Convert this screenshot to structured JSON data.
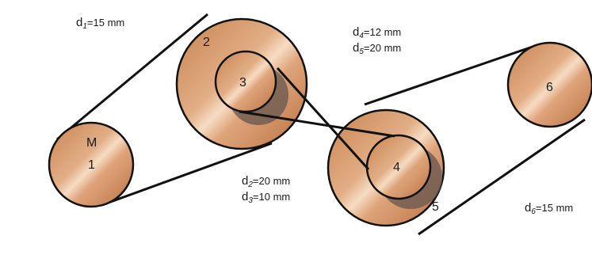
{
  "labels": {
    "d1": {
      "var": "d",
      "sub": "1",
      "value": "=15 mm"
    },
    "d2": {
      "var": "d",
      "sub": "2",
      "value": "=20 mm"
    },
    "d3": {
      "var": "d",
      "sub": "3",
      "value": "=10 mm"
    },
    "d4": {
      "var": "d",
      "sub": "4",
      "value": "=12 mm"
    },
    "d5": {
      "var": "d",
      "sub": "5",
      "value": "=20 mm"
    },
    "d6": {
      "var": "d",
      "sub": "6",
      "value": "=15 mm"
    }
  },
  "wheels": {
    "m": "M",
    "w1": "1",
    "w2": "2",
    "w3": "3",
    "w4": "4",
    "w5": "5",
    "w6": "6"
  },
  "colors": {
    "copper_light": "#f3d3b3",
    "copper_mid": "#d7956a",
    "copper_dark": "#b26a3c",
    "shadow": "#6b5a52",
    "belt": "#111111"
  }
}
